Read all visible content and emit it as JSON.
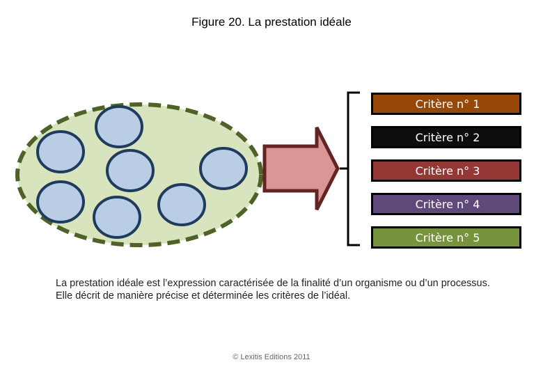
{
  "title": "Figure 20. La prestation idéale",
  "criteria": [
    {
      "label": "Critère n° 1",
      "color": "#974806"
    },
    {
      "label": "Critère n° 2",
      "color": "#0d0d0d"
    },
    {
      "label": "Critère n° 3",
      "color": "#953735"
    },
    {
      "label": "Critère n° 4",
      "color": "#5f497a"
    },
    {
      "label": "Critère n° 5",
      "color": "#77933c"
    }
  ],
  "colors": {
    "ellipse_fill": "#d7e4bd",
    "ellipse_stroke": "#4f6228",
    "circle_fill": "#b9cde5",
    "circle_stroke": "#1f3b5e",
    "arrow_fill": "#d99694",
    "arrow_stroke": "#632523"
  },
  "description": "La prestation idéale est l’expression caractérisée de la finalité d’un organisme ou d’un processus. Elle décrit de manière précise et déterminée les critères de l’idéal.",
  "copyright": "© Lexitis Editions 2011"
}
